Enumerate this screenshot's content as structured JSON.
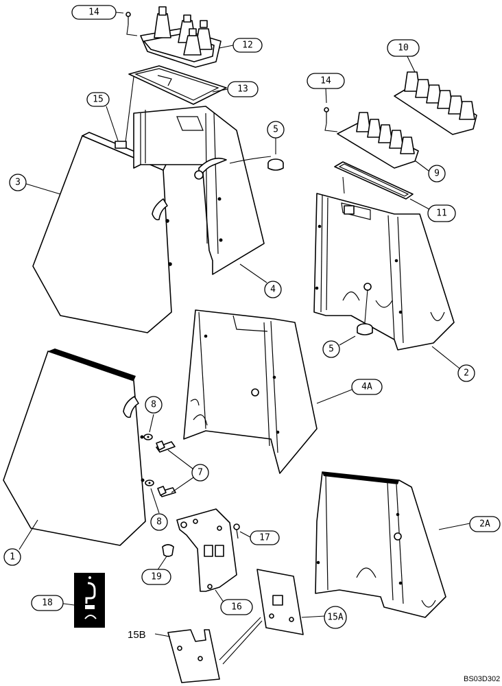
{
  "callouts": {
    "c14a": "14",
    "c12": "12",
    "c13": "13",
    "c15": "15",
    "c3": "3",
    "c5a": "5",
    "c4": "4",
    "c10": "10",
    "c14b": "14",
    "c9": "9",
    "c11": "11",
    "c5b": "5",
    "c2": "2",
    "c4A": "4A",
    "c8a": "8",
    "c7": "7",
    "c8b": "8",
    "c1": "1",
    "c17": "17",
    "c19": "19",
    "c2A": "2A",
    "c18": "18",
    "c16": "16",
    "c15A": "15A",
    "c15B": "15B"
  },
  "drawing_code": "BS03D302"
}
